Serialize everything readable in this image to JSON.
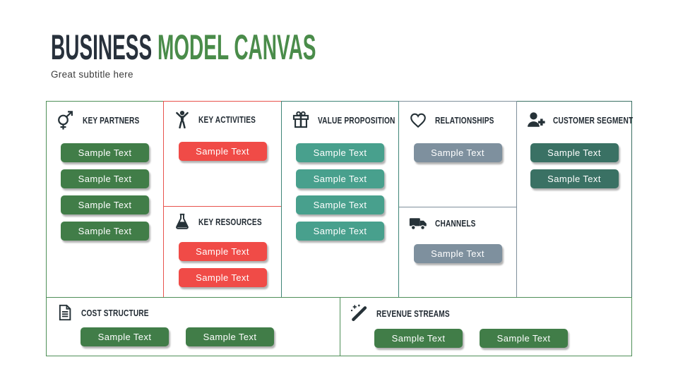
{
  "title": {
    "primary": "BUSINESS",
    "secondary": "MODEL CANVAS",
    "subtitle": "Great subtitle here"
  },
  "colors": {
    "title_dark": "#28313c",
    "title_green": "#4a8c4a",
    "icon_dark": "#263238",
    "button_green": "#417d48",
    "button_red": "#f04b47",
    "button_teal": "#48a08d",
    "button_gray_blue": "#7e909e",
    "button_dark_teal": "#3a7164"
  },
  "sections": {
    "key_partners": {
      "label": "KEY PARTNERS",
      "icon": "gender-symbol-icon",
      "buttons": [
        "Sample Text",
        "Sample Text",
        "Sample Text",
        "Sample Text"
      ]
    },
    "key_activities": {
      "label": "KEY ACTIVITIES",
      "icon": "person-arms-up-icon",
      "buttons": [
        "Sample Text"
      ]
    },
    "key_resources": {
      "label": "KEY RESOURCES",
      "icon": "flask-icon",
      "buttons": [
        "Sample Text",
        "Sample Text"
      ]
    },
    "value_proposition": {
      "label": "VALUE PROPOSITION",
      "icon": "gift-icon",
      "buttons": [
        "Sample Text",
        "Sample Text",
        "Sample Text",
        "Sample Text"
      ]
    },
    "relationships": {
      "label": "RELATIONSHIPS",
      "icon": "heart-icon",
      "buttons": [
        "Sample Text"
      ]
    },
    "channels": {
      "label": "CHANNELS",
      "icon": "truck-icon",
      "buttons": [
        "Sample Text"
      ]
    },
    "customer_segment": {
      "label": "CUSTOMER SEGMENT",
      "icon": "add-user-icon",
      "buttons": [
        "Sample Text",
        "Sample Text"
      ]
    },
    "cost_structure": {
      "label": "COST STRUCTURE",
      "icon": "document-icon",
      "buttons": [
        "Sample Text",
        "Sample Text"
      ]
    },
    "revenue_streams": {
      "label": "REVENUE STREAMS",
      "icon": "magic-wand-icon",
      "buttons": [
        "Sample Text",
        "Sample Text"
      ]
    }
  }
}
